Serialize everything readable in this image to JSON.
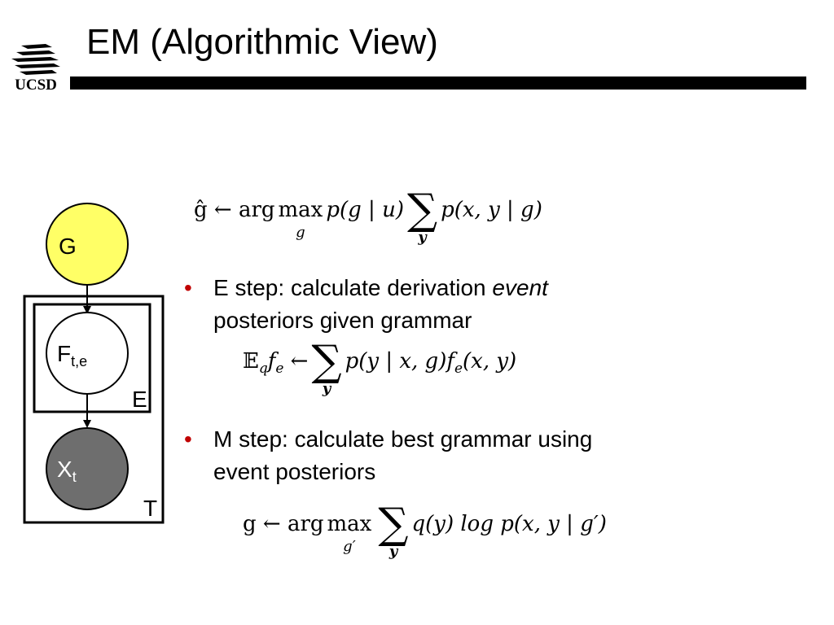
{
  "logo": {
    "wordmark": "UCSD"
  },
  "title": "EM (Algorithmic View)",
  "diagram": {
    "nodes": [
      {
        "id": "G",
        "label": "G",
        "subscript": ""
      },
      {
        "id": "F",
        "label": "F",
        "subscript": "t,e"
      },
      {
        "id": "X",
        "label": "X",
        "subscript": "t"
      }
    ],
    "plates": {
      "inner": "E",
      "outer": "T"
    },
    "colors": {
      "g_node": "#ffff66",
      "x_node": "#6e6e6e"
    }
  },
  "equations": {
    "eq1": {
      "lhs": "ĝ ← arg",
      "op1": "max",
      "op1_sub": "g",
      "mid": "p(g | u)",
      "op2": "∑",
      "op2_sub": "y",
      "rhs": "p(x, y | g)"
    },
    "eq2": {
      "lhs": "𝔼",
      "lhs_sub": "q",
      "lhs_tail": "f",
      "lhs_tail_sub": "e",
      "arrow": "←",
      "op": "∑",
      "op_sub": "y",
      "rhs": "p(y | x, g)f",
      "rhs_sub": "e",
      "rhs_tail": "(x, y)"
    },
    "eq3": {
      "lhs": "g ← arg",
      "op1": "max",
      "op1_sub": "g′",
      "op2": "∑",
      "op2_sub": "y",
      "rhs": "q(y) log p(x, y | g′)"
    }
  },
  "bullets": [
    {
      "text_before": "E step:  calculate derivation ",
      "emph": "event",
      "line2": "posteriors given grammar"
    },
    {
      "text_before": "M step:  calculate best grammar using",
      "emph": "",
      "line2": "event posteriors"
    }
  ],
  "bullet_color": "#c00000"
}
